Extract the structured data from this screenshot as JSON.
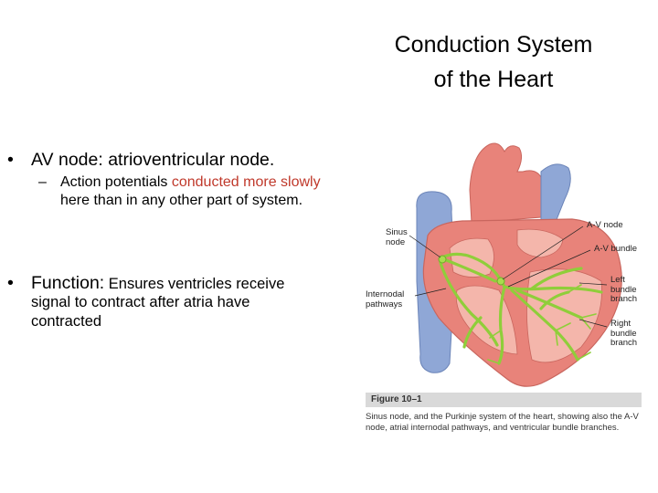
{
  "slide": {
    "title": "Conduction System\nof the Heart",
    "bullet1": {
      "label": "AV node",
      "text": ": atrioventricular node."
    },
    "sub1": {
      "part1": "Action potentials ",
      "red1": "conducted more",
      "red2": "slowly",
      "part2": " here than in any other part of system."
    },
    "bullet2": {
      "label": "Function:",
      "text": " Ensures ventricles receive",
      "cont": "signal to contract after atria have contracted"
    },
    "bullet_glyph": "•",
    "dash_glyph": "–"
  },
  "figure": {
    "labels": {
      "sinus_node": "Sinus\nnode",
      "av_node": "A-V node",
      "av_bundle": "A-V bundle",
      "internodal": "Internodal\npathways",
      "left_bundle": "Left\nbundle\nbranch",
      "right_bundle": "Right\nbundle\nbranch"
    },
    "fig_number": "Figure 10–1",
    "caption": "Sinus node, and the Purkinje system of the heart, showing also the A-V node, atrial internodal pathways, and ventricular bundle branches.",
    "colors": {
      "heart_red": "#e8837a",
      "heart_light": "#f4b6ab",
      "vein_blue": "#8fa7d6",
      "conduction_green": "#8fce3a"
    }
  }
}
